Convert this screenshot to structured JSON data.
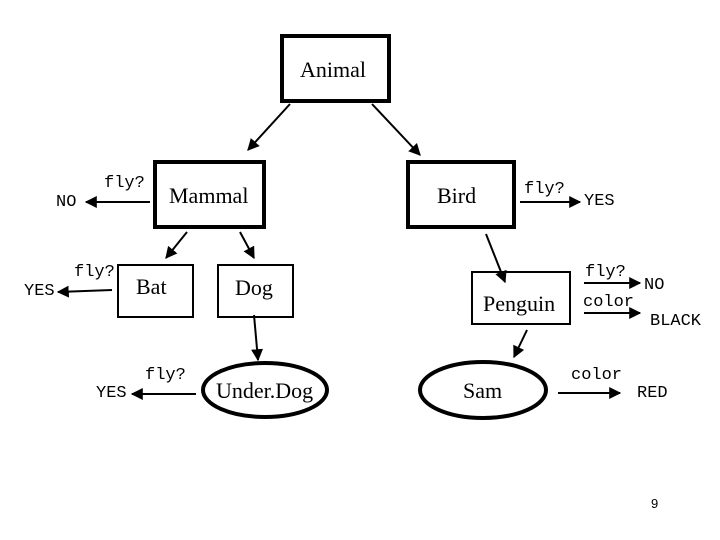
{
  "nodes": {
    "animal": "Animal",
    "mammal": "Mammal",
    "bird": "Bird",
    "bat": "Bat",
    "dog": "Dog",
    "penguin": "Penguin",
    "underdog": "Under.Dog",
    "sam": "Sam"
  },
  "props": {
    "mammal_fly_key": "fly?",
    "mammal_fly_value": "NO",
    "bird_fly_key": "fly?",
    "bird_fly_value": "YES",
    "bat_fly_key": "fly?",
    "bat_fly_value": "YES",
    "underdog_fly_key": "fly?",
    "underdog_fly_value": "YES",
    "penguin_fly_key": "fly?",
    "penguin_fly_value": "NO",
    "penguin_color_key": "color",
    "penguin_color_value": "BLACK",
    "sam_color_key": "color",
    "sam_color_value": "RED"
  },
  "page_number": "9"
}
